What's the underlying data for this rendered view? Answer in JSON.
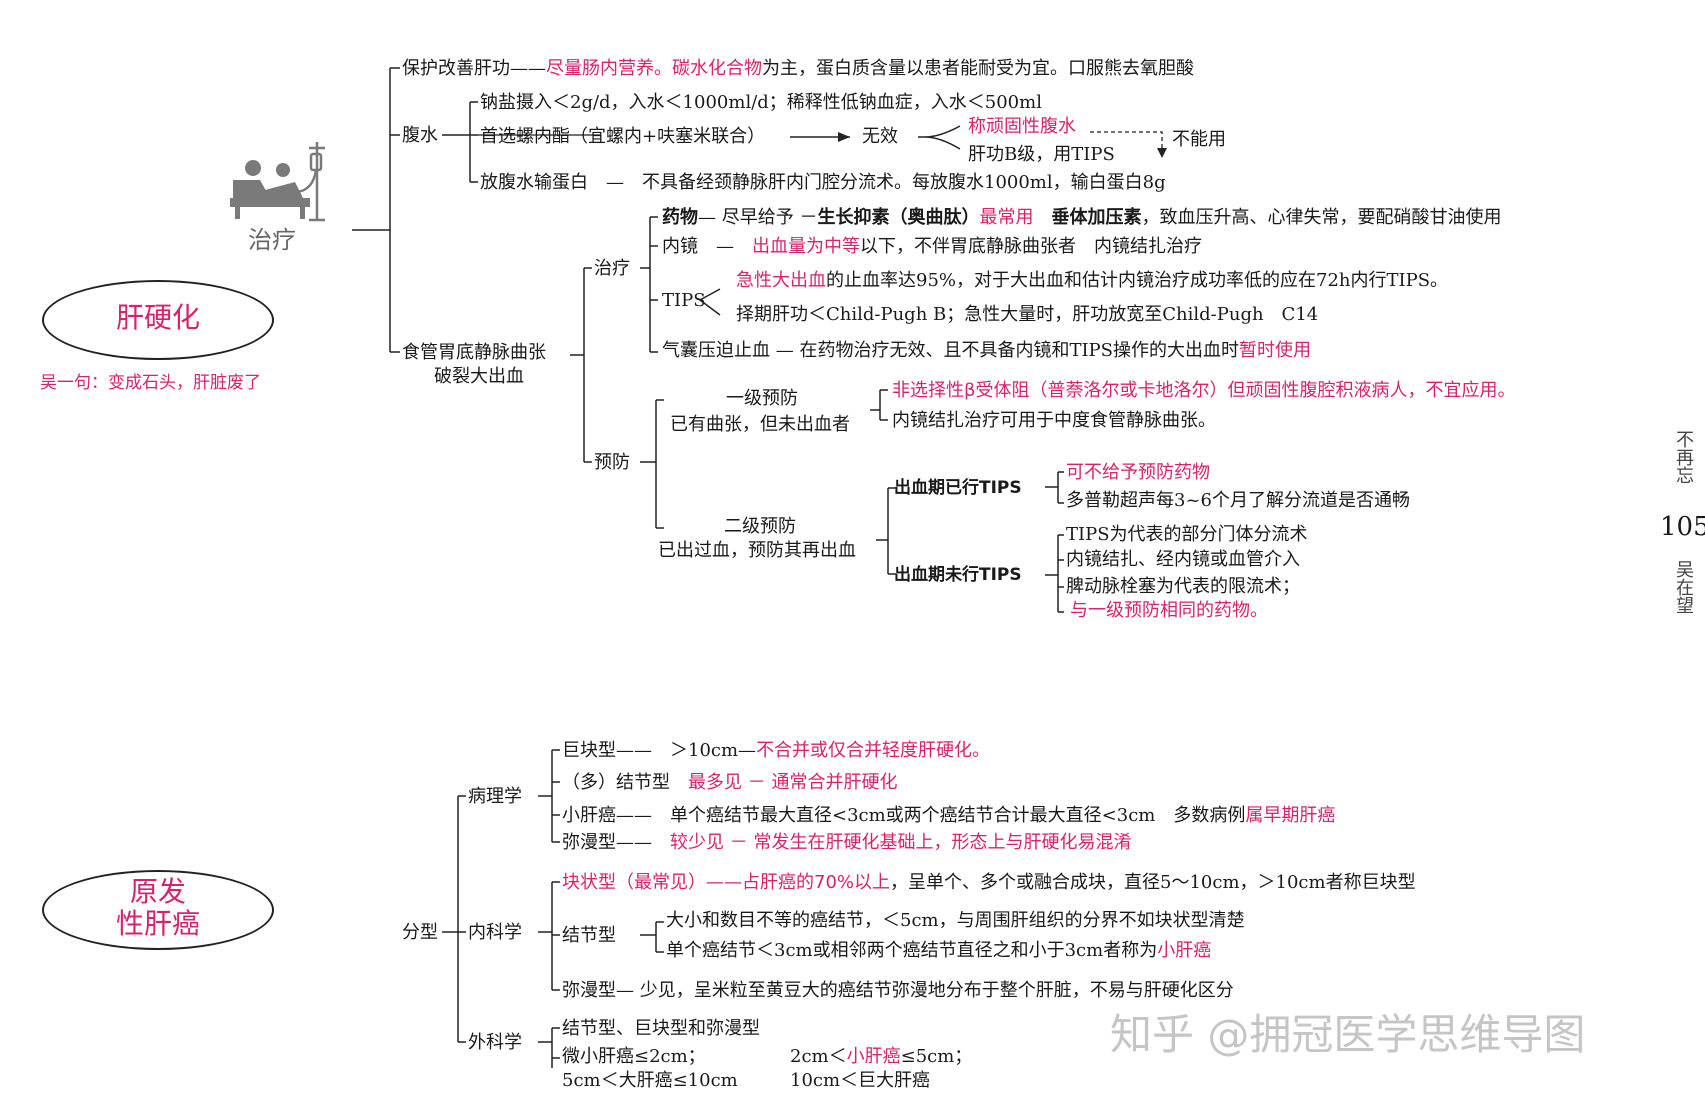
{
  "colors": {
    "accent": "#d6236f",
    "text": "#1a1a1a"
  },
  "cirrhosis": {
    "title": "肝硬化",
    "motto": "吴一句：变成石头，肝脏废了",
    "treatment_label": "治疗",
    "treatment_icon": "patient-bed-iv-icon",
    "protect": {
      "label": "保护改善肝功",
      "dash": "——",
      "pink": "尽量肠内营养。碳水化合物",
      "rest": "为主，蛋白质含量以患者能耐受为宜。口服熊去氧胆酸"
    },
    "ascites": {
      "label": "腹水",
      "salt": "钠盐摄入＜2g/d，入水＜1000ml/d；稀释性低钠血症，入水＜500ml",
      "diuretic": "首选螺内酯（宜螺内+呋塞米联合）",
      "ineffective": "无效",
      "refractory": "称顽固性腹水",
      "liver_b": "肝功B级，用TIPS",
      "cannot": "不能用",
      "paracentesis_label": "放腹水输蛋白",
      "paracentesis_text": "不具备经颈静脉肝内门腔分流术。每放腹水1000ml，输白蛋白8g"
    },
    "bleeding": {
      "label1": "食管胃底静脉曲张",
      "label2": "破裂大出血",
      "treat_label": "治疗",
      "drug_label": "药物",
      "drug_mid": "— 尽早给予 －",
      "drug_somato": "生长抑素（奥曲肽）",
      "drug_common": "最常用",
      "drug_vaso": "垂体加压素",
      "drug_rest": "，致血压升高、心律失常，要配硝酸甘油使用",
      "endo_label": "内镜",
      "endo_pink": "出血量为中等",
      "endo_rest": "以下，不伴胃底静脉曲张者　内镜结扎治疗",
      "tips_label": "TIPS",
      "tips_pink": "急性大出血",
      "tips_rest": "的止血率达95%，对于大出血和估计内镜治疗成功率低的应在72h内行TIPS。",
      "tips_line2": "择期肝功＜Child-Pugh B；急性大量时，肝功放宽至Child-Pugh　C14",
      "balloon": "气囊压迫止血 — 在药物治疗无效、且不具备内镜和TIPS操作的大出血时",
      "balloon_pink": "暂时使用",
      "prevent_label": "预防",
      "primary1": "一级预防",
      "primary2": "已有曲张，但未出血者",
      "primary_a": "非选择性β受体阻（普萘洛尔或卡地洛尔）但顽固性腹腔积液病人，不宜应用。",
      "primary_b": "内镜结扎治疗可用于中度食管静脉曲张。",
      "secondary1": "二级预防",
      "secondary2": "已出过血，预防其再出血",
      "done_tips": "出血期已行TIPS",
      "done_a": "可不给予预防药物",
      "done_b": "多普勒超声每3~6个月了解分流道是否通畅",
      "notdone_tips": "出血期未行TIPS",
      "nd_a": "TIPS为代表的部分门体分流术",
      "nd_b": "内镜结扎、经内镜或血管介入",
      "nd_c": "脾动脉栓塞为代表的限流术；",
      "nd_d": "与一级预防相同的药物。"
    }
  },
  "side": {
    "top": "不再忘",
    "page": "105",
    "bottom": "吴在望"
  },
  "hcc": {
    "title1": "原发",
    "title2": "性肝癌",
    "class_label": "分型",
    "path_label": "病理学",
    "massive_label": "巨块型",
    "massive_mid": "——　＞10cm—",
    "massive_pink": "不合并或仅合并轻度肝硬化。",
    "nodular_label": "（多）结节型",
    "nodular_pink": "最多见 － 通常合并肝硬化",
    "small_label": "小肝癌",
    "small_text": "——　单个癌结节最大直径<3cm或两个癌结节合计最大直径<3cm　多数病例",
    "small_pink": "属早期肝癌",
    "diffuse_label": "弥漫型",
    "diffuse_mid": "——",
    "diffuse_pink": "较少见 － 常发生在肝硬化基础上，形态上与肝硬化易混淆",
    "med_label": "内科学",
    "block_pink": "块状型（最常见）——占肝癌的70%以上",
    "block_rest": "，呈单个、多个或融合成块，直径5～10cm，＞10cm者称巨块型",
    "nod_label": "结节型",
    "nod_a": "大小和数目不等的癌结节，＜5cm，与周围肝组织的分界不如块状型清楚",
    "nod_b": "单个癌结节＜3cm或相邻两个癌结节直径之和小于3cm者称为",
    "nod_b_pink": "小肝癌",
    "med_diffuse_label": "弥漫型",
    "med_diffuse_text": "— 少见，呈米粒至黄豆大的癌结节弥漫地分布于整个肝脏，不易与肝硬化区分",
    "surg_label": "外科学",
    "surg_a": "结节型、巨块型和弥漫型",
    "surg_b": "微小肝癌≤2cm；",
    "surg_c_pre": "2cm＜",
    "surg_c_pink": "小肝癌",
    "surg_c_post": "≤5cm；",
    "surg_d": "5cm＜大肝癌≤10cm",
    "surg_e": "10cm＜巨大肝癌"
  },
  "watermark": "知乎 @拥冠医学思维导图"
}
